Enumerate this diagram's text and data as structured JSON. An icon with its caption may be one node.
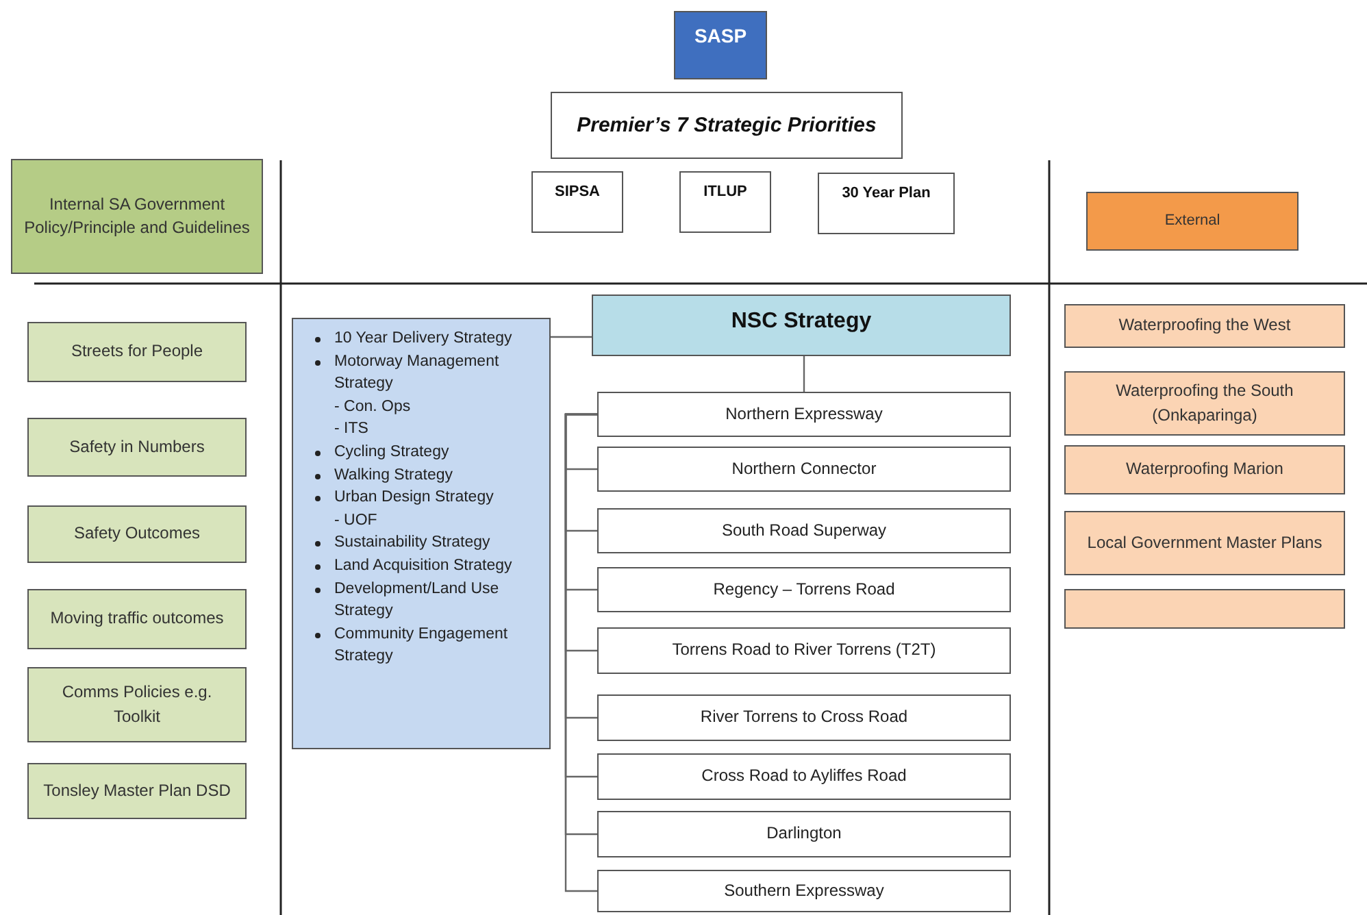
{
  "diagram": {
    "nodes": [
      {
        "text": [
          "SASP"
        ]
      },
      {
        "text": [
          "Premier’s 7 Strategic Priorities"
        ]
      },
      {
        "text": [
          "SIPSA"
        ]
      },
      {
        "text": [
          "ITLUP"
        ]
      },
      {
        "text": [
          "30 Year Plan"
        ]
      },
      {
        "text": [
          "Internal SA Government Policy/Principle and Guidelines"
        ]
      },
      {
        "text": [
          "External"
        ]
      },
      {
        "text": [
          "Streets for People"
        ]
      },
      {
        "text": [
          "Safety in Numbers"
        ]
      },
      {
        "text": [
          "Safety Outcomes"
        ]
      },
      {
        "text": [
          "Moving traffic outcomes"
        ]
      },
      {
        "text": [
          "Comms Policies e.g. Toolkit"
        ]
      },
      {
        "text": [
          "Tonsley Master Plan DSD"
        ]
      },
      {
        "text": [
          "10 Year Delivery Strategy",
          "Motorway Management Strategy",
          "- Con. Ops",
          "- ITS",
          "Cycling Strategy",
          "Walking Strategy",
          "Urban Design Strategy",
          "- UOF",
          "Sustainability Strategy",
          "Land Acquisition Strategy",
          "Development/Land Use Strategy",
          "Community Engagement Strategy"
        ]
      },
      {
        "text": [
          "NSC Strategy"
        ]
      },
      {
        "text": [
          "Northern Expressway"
        ]
      },
      {
        "text": [
          "Northern Connector"
        ]
      },
      {
        "text": [
          "South Road Superway"
        ]
      },
      {
        "text": [
          "Regency – Torrens Road"
        ]
      },
      {
        "text": [
          "Torrens Road to River Torrens (T2T)"
        ]
      },
      {
        "text": [
          "River Torrens to Cross Road"
        ]
      },
      {
        "text": [
          "Cross Road to Ayliffes Road"
        ]
      },
      {
        "text": [
          "Darlington"
        ]
      },
      {
        "text": [
          "Southern Expressway"
        ]
      },
      {
        "text": [
          "Waterproofing the West"
        ]
      },
      {
        "text": [
          "Waterproofing the South (Onkaparinga)"
        ]
      },
      {
        "text": [
          "Waterproofing Marion"
        ]
      },
      {
        "text": [
          "Local Government Master Plans"
        ]
      },
      {
        "text": [],
        "shape": "box"
      }
    ],
    "edges": [
      {
        "from": 13,
        "to": 14,
        "arrow": "none"
      },
      {
        "from": 14,
        "to": 15,
        "arrow": "none"
      },
      {
        "from": 15,
        "to": 16,
        "arrow": "none"
      },
      {
        "from": 15,
        "to": 17,
        "arrow": "none"
      },
      {
        "from": 15,
        "to": 18,
        "arrow": "none"
      },
      {
        "from": 15,
        "to": 19,
        "arrow": "none"
      },
      {
        "from": 15,
        "to": 20,
        "arrow": "none"
      },
      {
        "from": 15,
        "to": 21,
        "arrow": "none"
      },
      {
        "from": 15,
        "to": 22,
        "arrow": "none"
      },
      {
        "from": 15,
        "to": 23,
        "arrow": "none"
      }
    ]
  }
}
